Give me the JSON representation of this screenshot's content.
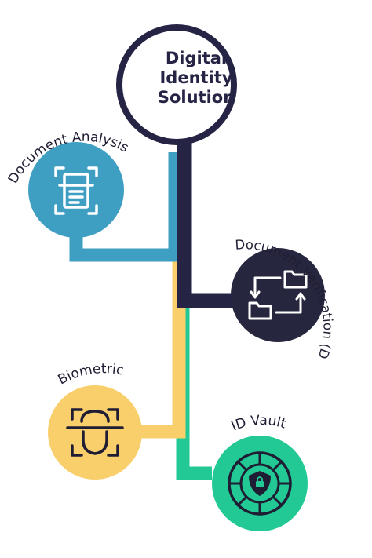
{
  "title": {
    "line1": "Digital",
    "line2": "Identity",
    "line3": "Solution"
  },
  "nodes": {
    "analysis": {
      "label": "Document Analysis",
      "icon": "document-scan-icon",
      "color": "#3e9fc3"
    },
    "dvs": {
      "label": "Document Verification (DVS)",
      "icon": "folder-exchange-icon",
      "color": "#27263f"
    },
    "biometric": {
      "label": "Biometric",
      "icon": "face-scan-icon",
      "color": "#f9cf6c"
    },
    "vault": {
      "label": "ID Vault",
      "icon": "vault-lock-icon",
      "color": "#22c995"
    }
  },
  "colors": {
    "navy": "#262445",
    "blue": "#3e9fc3",
    "yellow": "#f9cf6c",
    "green": "#22c995"
  }
}
